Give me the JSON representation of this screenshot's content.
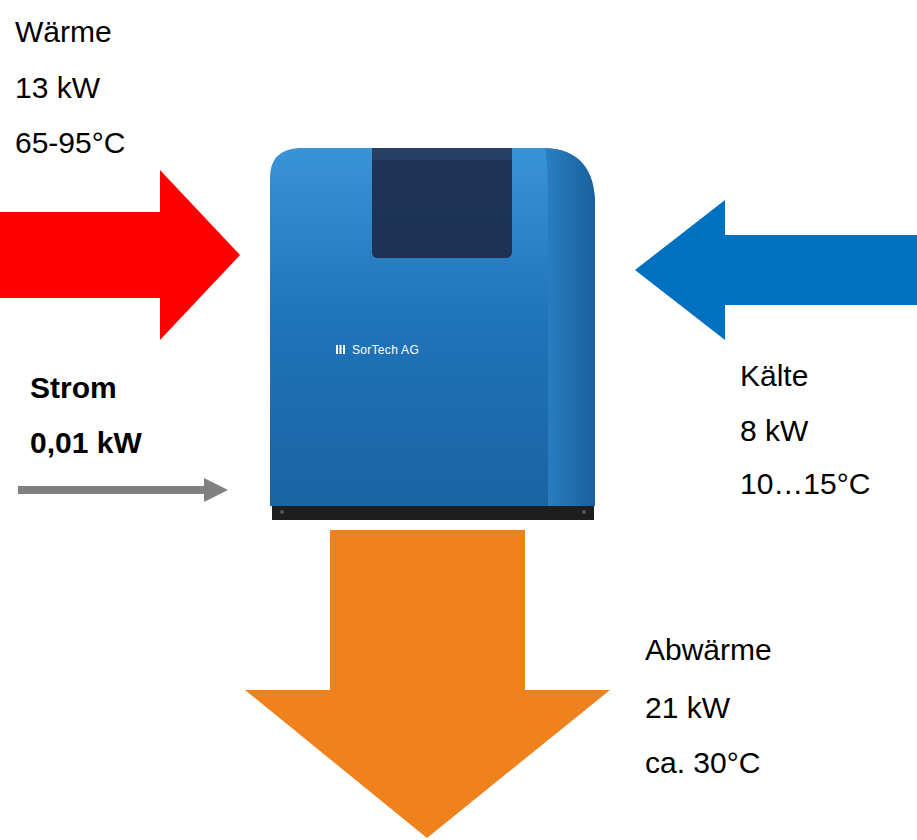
{
  "diagram": {
    "nodes": [
      {
        "text": [
          "SorTech AG"
        ]
      }
    ],
    "labels": [
      "Wärme",
      "13 kW",
      "65-95°C",
      "Strom",
      "0,01 kW",
      "Kälte",
      "8 kW",
      "10…15°C",
      "Abwärme",
      "21 kW",
      "ca. 30°C"
    ]
  }
}
